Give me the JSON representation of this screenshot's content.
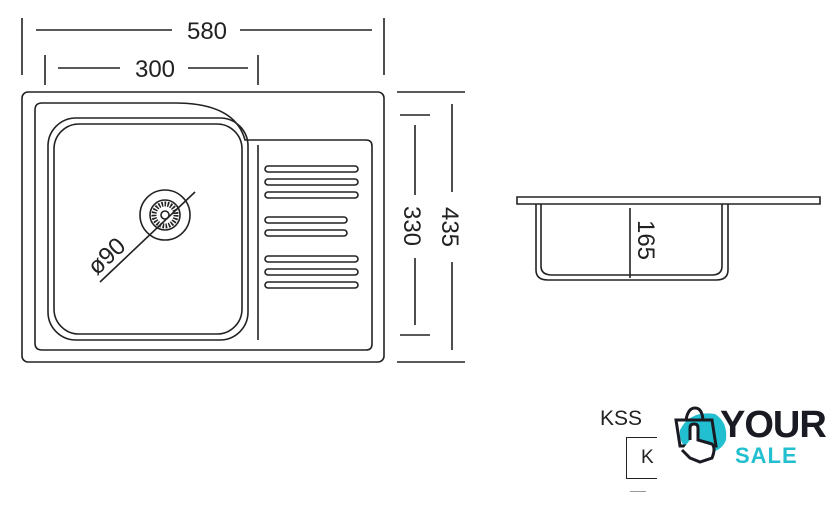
{
  "dimensions": {
    "overall_width": "580",
    "bowl_width": "300",
    "bowl_depth_plan": "330",
    "overall_depth": "435",
    "drain_diameter": "ø90",
    "bowl_height": "165"
  },
  "labels": {
    "model_prefix": "KSS",
    "boxed_letter": "K"
  },
  "logo": {
    "word1": "YOUR",
    "word2": "SALE",
    "accent_color": "#21bfd0"
  }
}
